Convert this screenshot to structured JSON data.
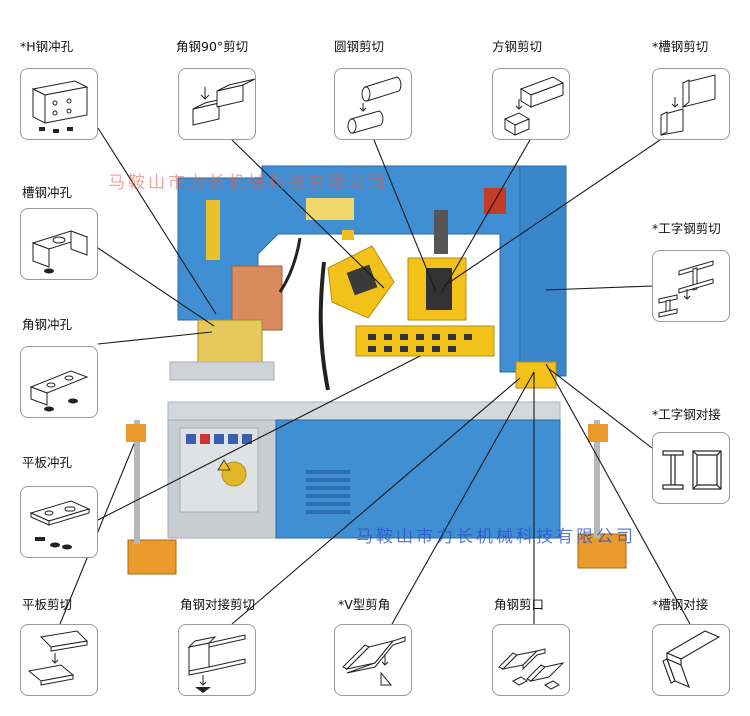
{
  "labels": {
    "h_punch": "*H钢冲孔",
    "angle90_cut": "角钢90°剪切",
    "round_cut": "圆钢剪切",
    "square_cut": "方钢剪切",
    "channel_cut": "*槽钢剪切",
    "channel_punch": "槽钢冲孔",
    "ibeam_cut": "*工字钢剪切",
    "angle_punch": "角钢冲孔",
    "ibeam_join": "*工字钢对接",
    "plate_punch": "平板冲孔",
    "plate_cut": "平板剪切",
    "angle_join_cut": "角钢对接剪切",
    "v_notch": "*V型剪角",
    "angle_notch": "角钢剪口",
    "channel_join": "*槽钢对接"
  },
  "watermarks": {
    "top": "马鞍山市力长机械科技有限公司",
    "bottom": "马鞍山市力长机械科技有限公司"
  },
  "colors": {
    "machine_blue": "#3f8fd2",
    "machine_dark_blue": "#2f6fae",
    "accent_yellow": "#f3c21a",
    "base_grey": "#c9ccd0",
    "orange_pad": "#e99a2a",
    "copper": "#d98a5f"
  }
}
